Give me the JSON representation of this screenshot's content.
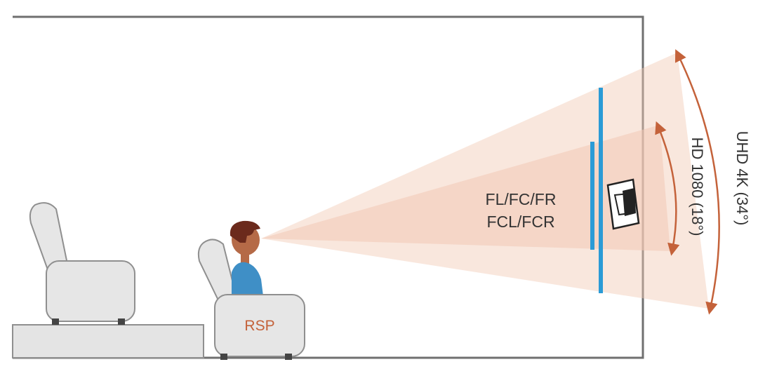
{
  "labels": {
    "seat": "RSP",
    "speaker_line1": "FL/FC/FR",
    "speaker_line2": "FCL/FCR",
    "hd_angle": "HD 1080 (18°)",
    "uhd_angle": "UHD 4K (34°)"
  },
  "colors": {
    "wall": "#6f6f6f",
    "screen": "#2b9bd6",
    "cone": "#f2c9b4",
    "arrow": "#c4623a",
    "seat_text": "#c4623a",
    "text": "#333333",
    "chair": "#e6e6e6",
    "chair_stroke": "#8f8f8f",
    "shirt": "#3f8fc6",
    "skin": "#b56a47",
    "hair": "#6b2a1c"
  },
  "icons": {
    "speaker": "speaker-icon",
    "viewer": "person-icon",
    "seat": "chair-icon"
  }
}
